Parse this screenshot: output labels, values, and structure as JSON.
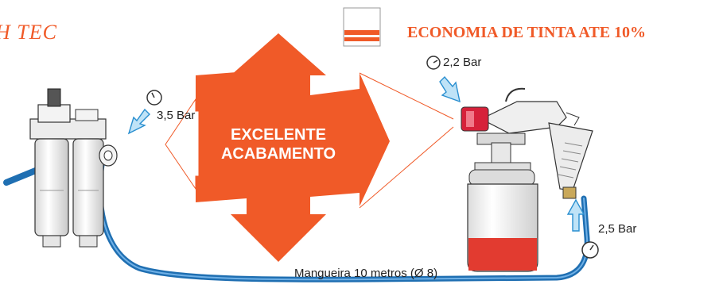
{
  "header": {
    "brand_partial": "H TEC",
    "headline": "ECONOMIA DE TINTA ATE  10%"
  },
  "center": {
    "line1": "EXCELENTE",
    "line2": "ACABAMENTO"
  },
  "pressures": {
    "filter_inlet": "3,5 Bar",
    "gun_cap": "2,2 Bar",
    "gun_inlet": "2,5 Bar"
  },
  "hose": {
    "label": "Mangueira 10 metros (Ø 8)"
  },
  "colors": {
    "accent": "#f05a28",
    "hose": "#1f6fb2",
    "cup_paint": "#e23b30",
    "gun_nozzle": "#d6213a"
  },
  "icons": [
    "gauge-icon",
    "arrow-icon",
    "filter-regulator",
    "spray-gun",
    "paint-cup"
  ]
}
